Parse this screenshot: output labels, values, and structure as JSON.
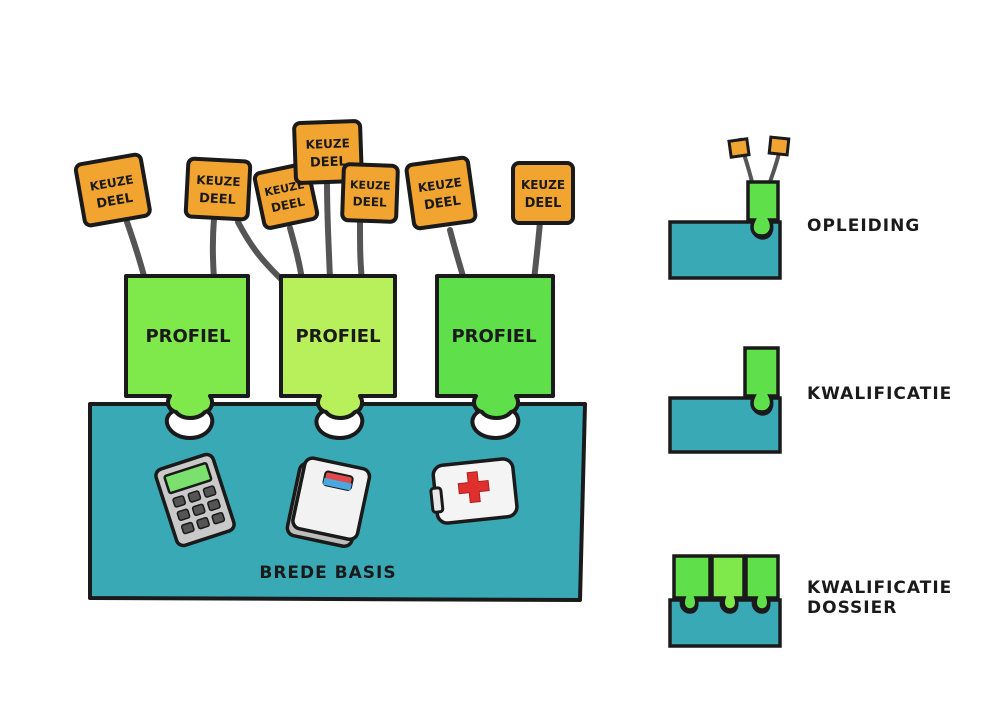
{
  "diagram": {
    "base": {
      "label": "BREDE BASIS"
    },
    "profiles": [
      {
        "label": "PROFIEL"
      },
      {
        "label": "PROFIEL"
      },
      {
        "label": "PROFIEL"
      }
    ],
    "keuzedeel": {
      "line1": "KEUZE",
      "line2": "DEEL"
    },
    "icons": [
      "calculator-icon",
      "book-icon",
      "first-aid-kit-icon"
    ],
    "colors": {
      "base": "#3aa9b6",
      "profile_1": "#7fe84a",
      "profile_2": "#b7f05a",
      "profile_3": "#5fe04a",
      "keuzedeel": "#f2a431",
      "outline": "#1a1a1a"
    }
  },
  "legend": {
    "items": [
      {
        "label": "OPLEIDING"
      },
      {
        "label": "KWALIFICATIE"
      },
      {
        "label_line1": "KWALIFICATIE",
        "label_line2": "DOSSIER"
      }
    ]
  }
}
